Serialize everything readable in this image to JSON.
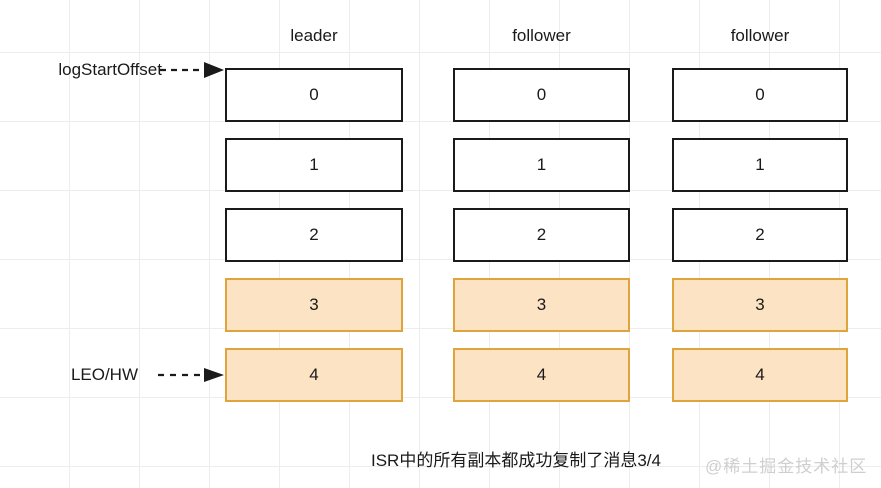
{
  "diagram": {
    "title_caption": "ISR中的所有副本都成功复制了消息3/4",
    "watermark": "@稀土掘金技术社区",
    "colors": {
      "committed_fill": "#fce3c4",
      "committed_border": "#e0a43c",
      "plain_border": "#1a1a1a",
      "grid_line": "#ededed",
      "background": "#ffffff",
      "text": "#1a1a1a",
      "watermark": "#cfcfcf"
    },
    "columns": [
      {
        "label": "leader",
        "cells": [
          "0",
          "1",
          "2",
          "3",
          "4"
        ],
        "states": [
          "plain",
          "plain",
          "plain",
          "filled",
          "filled"
        ]
      },
      {
        "label": "follower",
        "cells": [
          "0",
          "1",
          "2",
          "3",
          "4"
        ],
        "states": [
          "plain",
          "plain",
          "plain",
          "filled",
          "filled"
        ]
      },
      {
        "label": "follower",
        "cells": [
          "0",
          "1",
          "2",
          "3",
          "4"
        ],
        "states": [
          "plain",
          "plain",
          "plain",
          "filled",
          "filled"
        ]
      }
    ],
    "pointers": [
      {
        "label": "logStartOffset",
        "target_row": 0,
        "arrow": "dashed-right-arrow"
      },
      {
        "label": "LEO/HW",
        "target_row": 4,
        "arrow": "dashed-right-arrow"
      }
    ]
  }
}
